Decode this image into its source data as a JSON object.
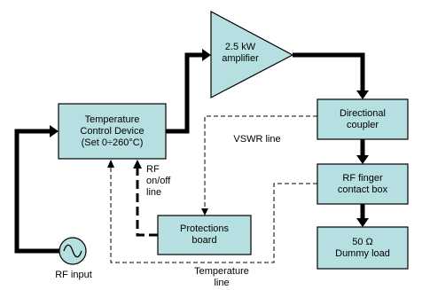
{
  "blocks": {
    "tcd": {
      "line1": "Temperature",
      "line2": "Control Device",
      "line3": "(Set 0÷260°C)"
    },
    "amplifier": {
      "line1": "2.5 kW",
      "line2": "amplifier"
    },
    "coupler": {
      "line1": "Directional",
      "line2": "coupler"
    },
    "finger": {
      "line1": "RF finger",
      "line2": "contact box"
    },
    "protections": {
      "line1": "Protections",
      "line2": "board"
    },
    "dummy": {
      "line1": "50 Ω",
      "line2": "Dummy load"
    }
  },
  "labels": {
    "rf_input": "RF input",
    "vswr": "VSWR line",
    "rf_onoff_1": "RF",
    "rf_onoff_2": "on/off",
    "rf_onoff_3": "line",
    "temperature_1": "Temperature",
    "temperature_2": "line"
  },
  "colors": {
    "block_fill": "#b5dfe0",
    "stroke": "#000000"
  }
}
